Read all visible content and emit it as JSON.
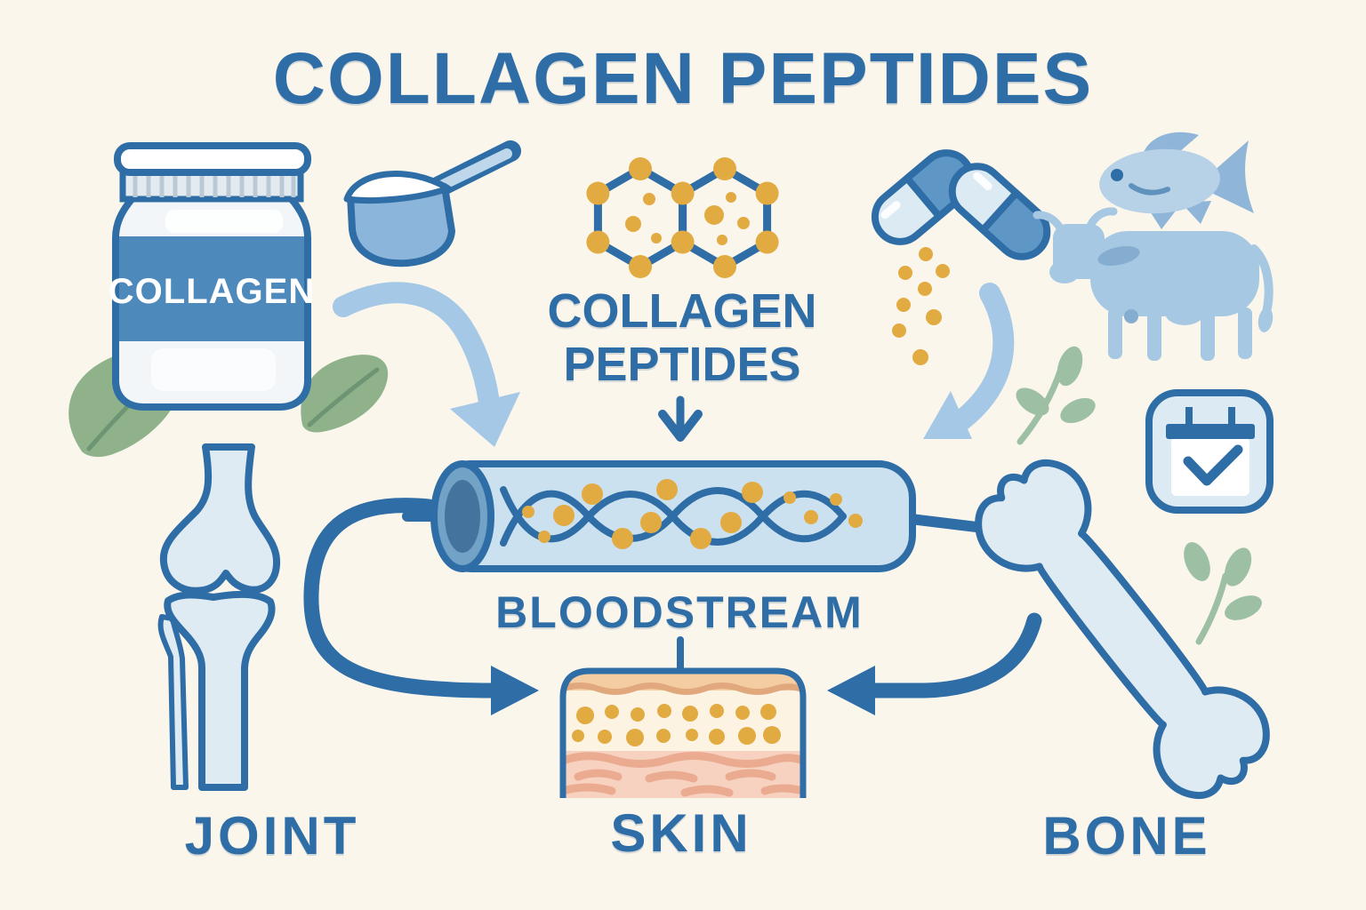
{
  "title": "COLLAGEN PEPTIDES",
  "labels": {
    "jar": "COLLAGEN",
    "molecule_line1": "COLLAGEN",
    "molecule_line2": "PEPTIDES",
    "bloodstream": "BLOODSTREAM",
    "joint": "JOINT",
    "skin": "SKIN",
    "bone": "BONE"
  },
  "icons": {
    "jar": "collagen-jar-icon",
    "scoop": "powder-scoop-icon",
    "molecule": "peptide-molecule-icon",
    "capsules": "capsule-pills-icon",
    "fish": "fish-icon",
    "cow": "cow-icon",
    "calendar": "calendar-check-icon",
    "tube": "bloodstream-vessel-icon",
    "joint": "knee-joint-icon",
    "skin": "skin-layers-icon",
    "bone": "bone-icon",
    "leaves": "leaf-decoration-icon",
    "sprigs": "sprig-decoration-icon"
  },
  "colors": {
    "background": "#FAF6EC",
    "primary_blue": "#2E6DA6",
    "mid_blue": "#4E89BB",
    "scoop_blue": "#8BB5DA",
    "handle_blue": "#BED7EA",
    "light_blue": "#CCE1EF",
    "cap_outer": "#73A2C7",
    "cap_inner": "#44749E",
    "pale_blue": "#DFEBF3",
    "capsule_light": "#DCEAF4",
    "capsule_blue": "#5E96C5",
    "silhouette_blue": "#A6C8E2",
    "fish_body_blue": "#B7D1E7",
    "fish_fin_blue": "#8FB5D8",
    "patch_blue": "#84ADD0",
    "arrow_light_blue": "#A5C8E6",
    "gold": "#E2AB42",
    "leaf_green": "#8FB28B",
    "leaf_vein": "#6E9573",
    "sprig_green": "#9DBFA4",
    "lid_fill": "#E3EBF1",
    "lid_ridge": "#B9C9D6",
    "jar_body": "#F2F6F9",
    "skin_top": "#F5CDA2",
    "skin_wave_top": "#E0A87C",
    "skin_mid": "#FDF3E3",
    "skin_deep": "#F7D2C1",
    "skin_wave_deep": "#EAAB91"
  }
}
